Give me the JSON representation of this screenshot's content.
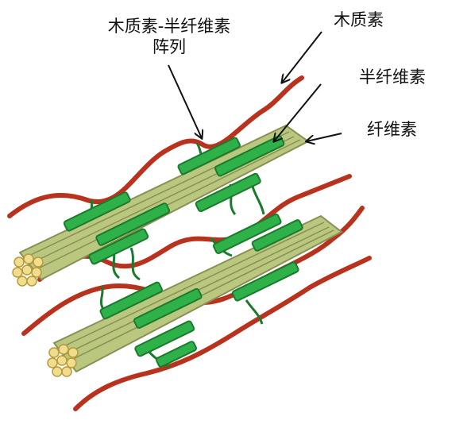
{
  "labels": {
    "lcc_line1": "木质素-半纤维素",
    "lcc_line2": "阵列",
    "lignin": "木质素",
    "hemicellulose": "半纤维素",
    "cellulose": "纤维素"
  },
  "colors": {
    "lignin": "#b8321e",
    "hemicellulose_fill": "#2fb14a",
    "hemicellulose_stroke": "#1b7a2d",
    "cellulose_fiber": "#b9c77f",
    "cellulose_edge": "#8a8f55",
    "cellulose_end": "#f1dd8e",
    "arrow": "#111111"
  }
}
